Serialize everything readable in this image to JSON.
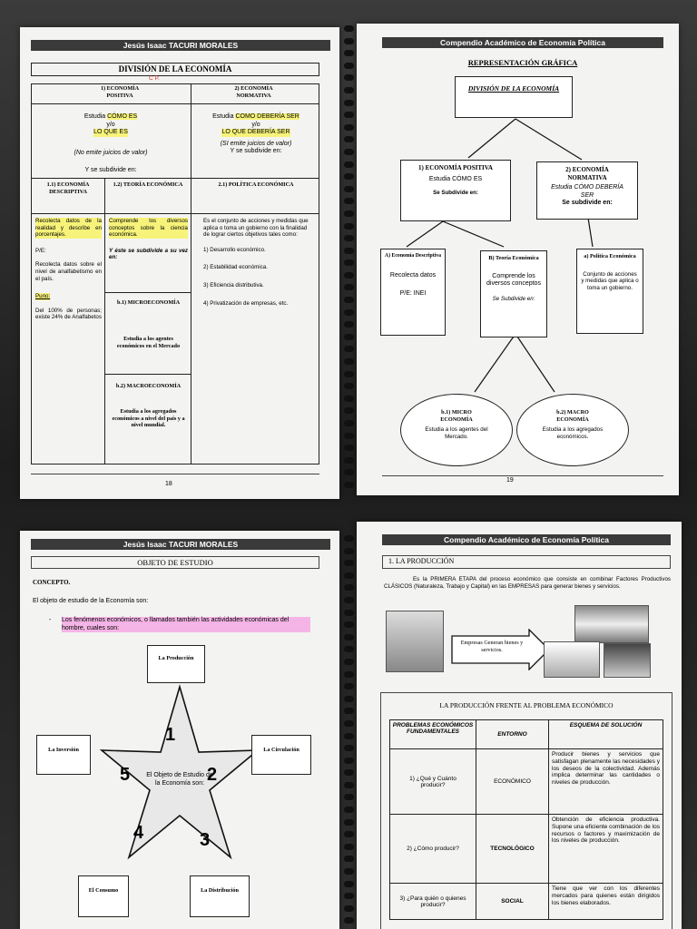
{
  "p18": {
    "header": "Jesús Isaac TACURI MORALES",
    "title": "DIVISIÓN DE LA ECONOMÍA",
    "annotation": "C P.",
    "col1_head": "1) ECONOMÍA POSITIVA",
    "col1_line1": "Estudia",
    "col1_hl1": "CÓMO ES",
    "col1_line2": "y/o",
    "col1_hl2": "LO QUE ES",
    "col1_note": "(No emite juicios de valor)",
    "col1_sub": "Y se subdivide en:",
    "col2_head": "2) ECONOMÍA NORMATIVA",
    "col2_line1": "Estudia",
    "col2_hl1": "COMO DEBERÍA SER",
    "col2_line2": "y/o",
    "col2_hl2": "LO QUE DEBERÍA SER",
    "col2_note": "(SI emite juicios de valor)",
    "col2_sub": "Y se subdivide en:",
    "c11_head": "1.1) ECONOMÍA DESCRIPTIVA",
    "c11_text1": "Recolecta datos de la realidad y describe en porcentajes.",
    "c11_pe": "P/E:",
    "c11_text2": "Recolecta datos sobre el nivel de analfabetismo en el país.",
    "c11_puno": "Puno:",
    "c11_text3": "Del 100% de personas; existe 24% de Analfabetos",
    "c12_head": "1.2) TEORÍA ECONÓMICA",
    "c12_text1": "Comprende los diversos conceptos sobre la ciencia económica.",
    "c12_text2": "Y éste se subdivide a su vez en:",
    "b1_head": "b.1) MICROECONOMÍA",
    "b1_text": "Estudia a los agentes económicos en el Mercado",
    "b2_head": "b.2) MACROECONOMÍA",
    "b2_text": "Estudia a los agregados económicos a nivel del país y a nivel mundial.",
    "c21_head": "2.1) POLÍTICA ECONÓMICA",
    "c21_text": "Es el conjunto de acciones y medidas que aplica o toma un gobierno con la finalidad de lograr ciertos objetivos tales como:",
    "c21_items": [
      "1) Desarrollo económico.",
      "2) Estabilidad económica.",
      "3) Eficiencia distributiva.",
      "4) Privatización de empresas, etc."
    ],
    "page_num": "18"
  },
  "p19": {
    "header": "Compendio Académico de Economía Política",
    "title": "REPRESENTACIÓN GRÁFICA",
    "root": "DIVISIÓN DE LA ECONOMÍA",
    "pos_head": "1) ECONOMÍA POSITIVA",
    "pos_text": "Estudia CÓMO ES",
    "pos_sub": "Se Subdivide en:",
    "norm_head": "2) ECONOMÍA NORMATIVA",
    "norm_text": "Estudia CÓMO DEBERÍA SER",
    "norm_sub": "Se subdivide en:",
    "a_head": "A) Economía Descriptiva",
    "a_text": "Recolecta datos",
    "a_pe": "P/E: INEI",
    "b_head": "B) Teoría Económica",
    "b_text": "Comprende los diversos conceptos",
    "b_sub": "Se Subdivide en:",
    "pol_head": "a) Política Económica",
    "pol_text": "Conjunto de acciones y medidas que aplica o toma un gobierno.",
    "micro_head": "b.1) MICRO ECONOMÍA",
    "micro_text": "Estudia a los agentes del Mercado.",
    "macro_head": "b.2) MACRO ECONOMÍA",
    "macro_text": "Estudia a los agregados económicos.",
    "page_num": "19"
  },
  "p_left2": {
    "header": "Jesús Isaac TACURI MORALES",
    "title": "OBJETO DE ESTUDIO",
    "concept": "CONCEPTO.",
    "intro": "El objeto de estudio de la Economía son:",
    "bullet": "Los fenómenos económicos, o llamados también las actividades económicas del hombre, cuales son:",
    "star_center": "El Objeto de Estudio de la Economía son:",
    "nodes": [
      "La Producción",
      "La Circulación",
      "La Distribución",
      "El Consumo",
      "La Inversión"
    ],
    "numbers": [
      "1",
      "2",
      "3",
      "4",
      "5"
    ]
  },
  "p_right2": {
    "header": "Compendio Académico de Economía Política",
    "section": "1. LA PRODUCCIÓN",
    "para": "Es la PRIMERA ETAPA del proceso económico que consiste en combinar Factores Productivos CLÁSICOS (Naturaleza, Trabajo y Capital) en las EMPRESAS para generar bienes y servicios.",
    "arrow_text": "Empresas Generan bienes y servicios.",
    "table_title": "LA PRODUCCIÓN FRENTE AL PROBLEMA ECONÓMICO",
    "cols": [
      "PROBLEMAS ECONÓMICOS FUNDAMENTALES",
      "ENTORNO",
      "ESQUEMA DE SOLUCIÓN"
    ],
    "rows": [
      {
        "q": "1) ¿Qué y Cuánto producir?",
        "env": "ECONÓMICO",
        "sol": "Producir bienes y servicios que satisfagan plenamente las necesidades y los deseos de la colectividad. Además implica determinar las cantidades o niveles de producción."
      },
      {
        "q": "2) ¿Cómo producir?",
        "env": "TECNOLÓGICO",
        "sol": "Obtención de eficiencia productiva. Supone una eficiente combinación de los recursos o factores y maximización de los niveles de producción."
      },
      {
        "q": "3) ¿Para quién o quienes producir?",
        "env": "SOCIAL",
        "sol": "Tiene que ver con los diferentes mercados para quienes están dirigidos los bienes elaborados."
      }
    ]
  }
}
